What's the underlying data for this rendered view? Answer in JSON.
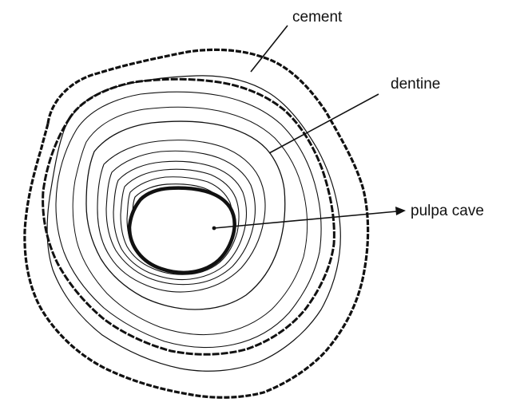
{
  "diagram": {
    "labels": {
      "cement": "cement",
      "dentine": "dentine",
      "pulpa_cave": "pulpa cave"
    },
    "colors": {
      "ink": "#111111",
      "background": "#ffffff"
    }
  }
}
